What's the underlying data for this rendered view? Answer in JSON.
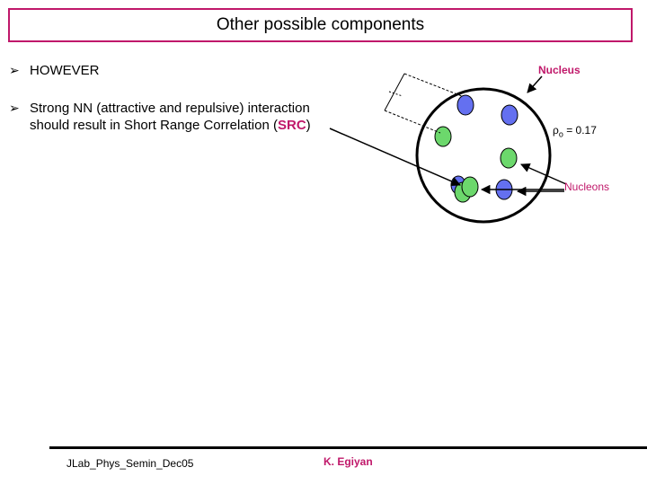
{
  "slide": {
    "title": "Other possible components",
    "bullets": [
      {
        "text": "HOWEVER"
      },
      {
        "line1": "Strong NN (attractive and repulsive) interaction",
        "line2_pre": "should result in Short Range Correlation (",
        "line2_hl": "SRC",
        "line2_post": ")"
      }
    ],
    "bullet_icon": "arrow-bullet-icon"
  },
  "diagram": {
    "nucleus_label": "Nucleus",
    "nucleons_label": "Nucleons",
    "rho_symbol": "ρ",
    "rho_sub": "o",
    "rho_value": "= 0.17",
    "colors": {
      "blue": "#6470f0",
      "green": "#6cd86c",
      "accent": "#c0186a"
    }
  },
  "footer": {
    "left": "JLab_Phys_Semin_Dec05",
    "right": "K. Egiyan"
  }
}
